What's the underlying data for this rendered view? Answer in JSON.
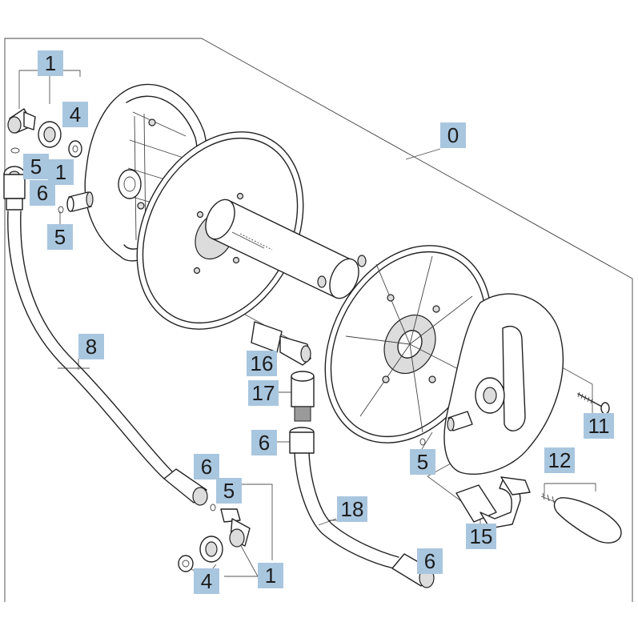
{
  "colors": {
    "callout_bg": "#a9c6df",
    "line": "#222222",
    "frame": "#888888"
  },
  "callouts": {
    "c0": "0",
    "c1_top": "1",
    "c4_top": "4",
    "c5_top": "5",
    "c1_mid": "1",
    "c6_top": "6",
    "c5_left": "5",
    "c8": "8",
    "c16": "16",
    "c17": "17",
    "c6_center": "6",
    "c6_bottom_left": "6",
    "c5_bottom": "5",
    "c4_bottom": "4",
    "c1_bottom": "1",
    "c18": "18",
    "c6_bottom_right": "6",
    "c5_right": "5",
    "c11": "11",
    "c12": "12",
    "c15": "15"
  }
}
